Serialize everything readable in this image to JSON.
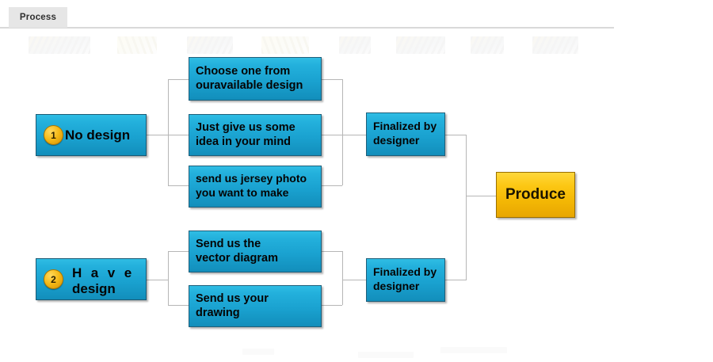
{
  "tabbar": {
    "tabs": [
      {
        "label": "Process",
        "active": true
      }
    ]
  },
  "flow": {
    "title": "Process",
    "colors": {
      "node_blue_top": "#2fbde4",
      "node_blue_bottom": "#128ebb",
      "node_blue_border": "#1f5f7a",
      "node_gold_top": "#ffd83b",
      "node_gold_bottom": "#e8a601",
      "node_gold_border": "#9a6f00",
      "badge_fill": "#f5b916",
      "connector_line": "#b6b6b6",
      "tab_active_bg": "#e6e6e6",
      "tab_underline": "#d9d9d9",
      "text": "#040404"
    },
    "branches": [
      {
        "id": "no-design",
        "badge": "1",
        "label": "No design",
        "options": [
          {
            "id": "choose-one",
            "line1": "Choose one from",
            "line2": "ouravailable design"
          },
          {
            "id": "give-idea",
            "line1": "Just give us some",
            "line2": "idea in your mind"
          },
          {
            "id": "send-photo",
            "line1": "send us jersey photo",
            "line2": "you want to make"
          }
        ],
        "merge": {
          "id": "finalized-top",
          "line1": "Finalized by",
          "line2": "designer"
        }
      },
      {
        "id": "have-design",
        "badge": "2",
        "label_line1": "H a v e",
        "label_line2": "design",
        "options": [
          {
            "id": "vector-diagram",
            "line1": "Send   us   the",
            "line2": "vector diagram"
          },
          {
            "id": "your-drawing",
            "line1": "Send us your",
            "line2": "drawing"
          }
        ],
        "merge": {
          "id": "finalized-bottom",
          "line1": "Finalized by",
          "line2": "designer"
        }
      }
    ],
    "final": {
      "id": "produce",
      "label": "Produce"
    }
  }
}
